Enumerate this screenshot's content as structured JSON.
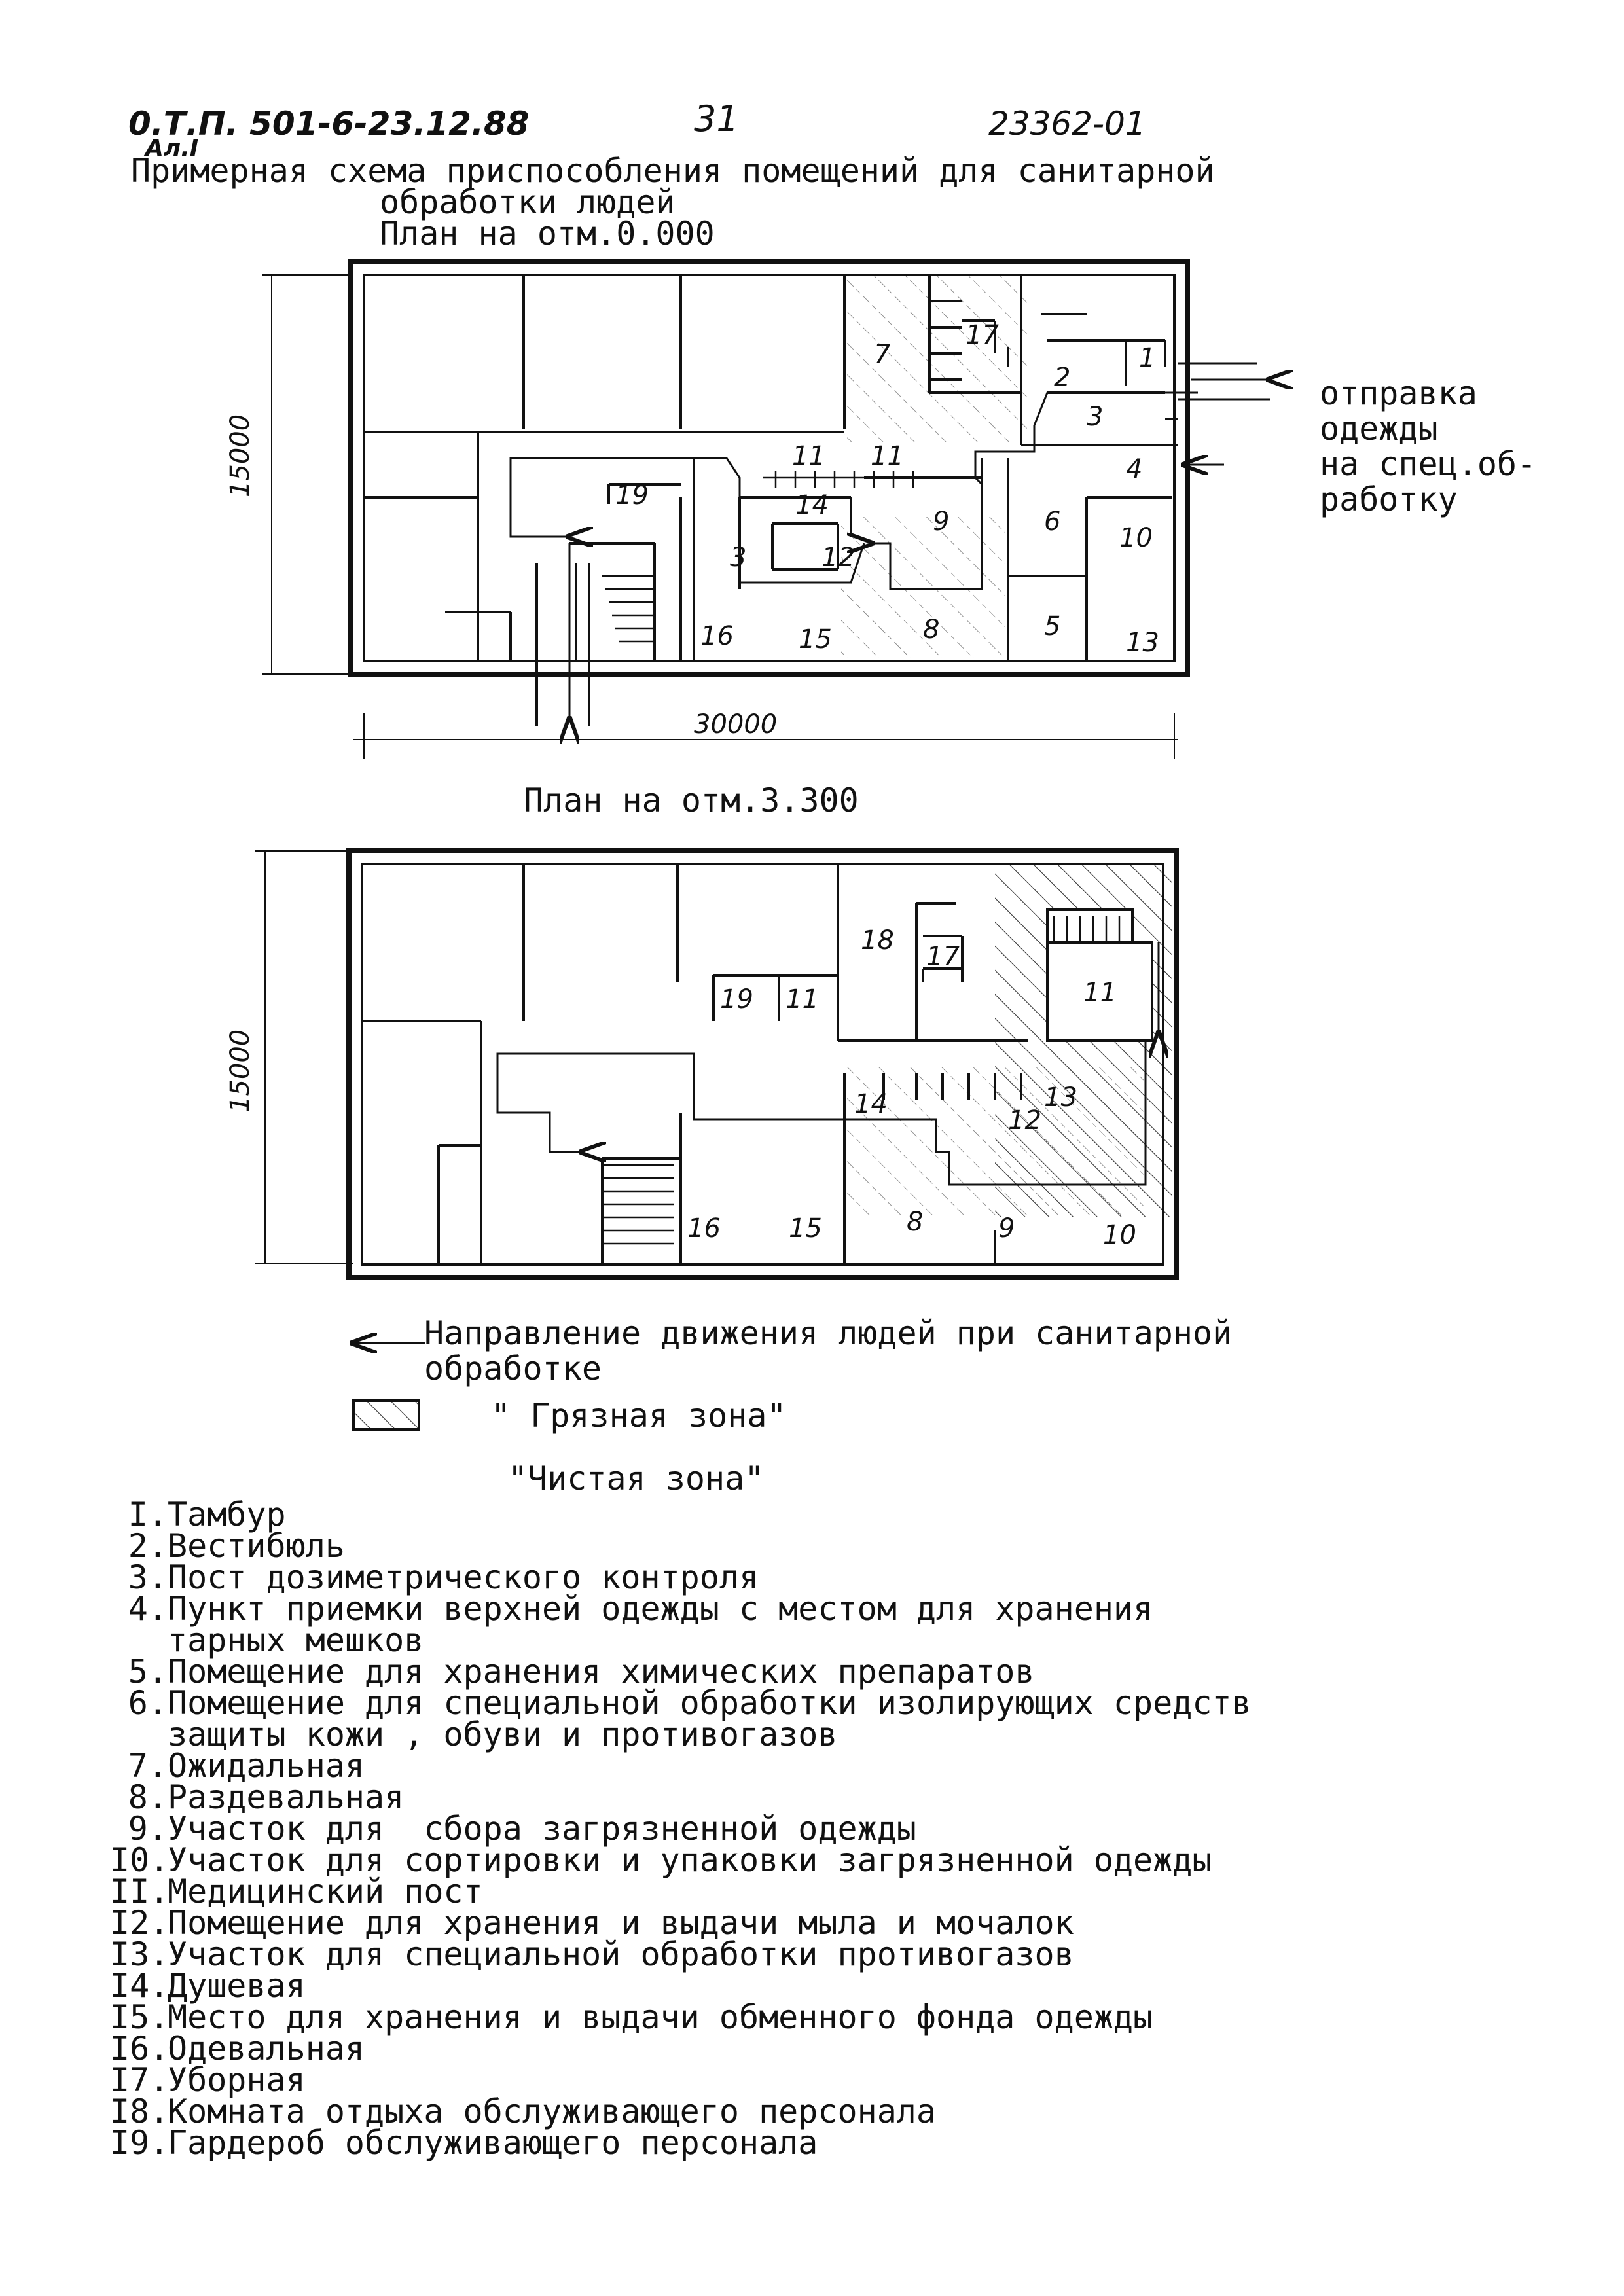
{
  "header": {
    "code_left": "0.Т.П. 501-6-23.12.88",
    "sheet_ref": "Ал.I",
    "page_number": "31",
    "code_right": "23362-01"
  },
  "title": {
    "line1": "Примерная схема приспособления помещений для санитарной",
    "line2": "обработки людей"
  },
  "plan1": {
    "caption": "План на отм.0.000",
    "dim_vertical": "15000",
    "dim_horizontal": "30000",
    "rooms": [
      "1",
      "2",
      "3",
      "4",
      "5",
      "6",
      "7",
      "8",
      "9",
      "10",
      "11",
      "11",
      "12",
      "13",
      "14",
      "15",
      "16",
      "17",
      "19",
      "3"
    ]
  },
  "plan2": {
    "caption": "План на отм.3.300",
    "dim_vertical": "15000",
    "rooms": [
      "8",
      "9",
      "10",
      "11",
      "11",
      "12",
      "13",
      "14",
      "15",
      "16",
      "17",
      "18",
      "19"
    ]
  },
  "side_note": {
    "line1": "отправка",
    "line2": "одежды",
    "line3": "на спец.об-",
    "line4": "работку"
  },
  "legend": {
    "arrow_text_line1": "Направление движения людей при санитарной",
    "arrow_text_line2": "обработке",
    "dirty_zone": "\" Грязная зона\"",
    "clean_zone": "\"Чистая зона\""
  },
  "rooms_list": [
    {
      "num": "I.",
      "text": "Тамбур"
    },
    {
      "num": "2.",
      "text": "Вестибюль"
    },
    {
      "num": "3.",
      "text": "Пост дозиметрического контроля"
    },
    {
      "num": "4.",
      "text": "Пункт приемки верхней одежды с местом для хранения",
      "cont": "тарных мешков"
    },
    {
      "num": "5.",
      "text": "Помещение для хранения химических препаратов"
    },
    {
      "num": "6.",
      "text": "Помещение для специальной обработки изолирующих средств",
      "cont": "защиты кожи , обуви и противогазов"
    },
    {
      "num": "7.",
      "text": "Ожидальная"
    },
    {
      "num": "8.",
      "text": "Раздевальная"
    },
    {
      "num": "9.",
      "text": "Участок для  сбора загрязненной одежды"
    },
    {
      "num": "I0.",
      "text": "Участок для сортировки и упаковки загрязненной одежды"
    },
    {
      "num": "II.",
      "text": "Медицинский пост"
    },
    {
      "num": "I2.",
      "text": "Помещение для хранения и выдачи мыла и мочалок"
    },
    {
      "num": "I3.",
      "text": "Участок для специальной обработки противогазов"
    },
    {
      "num": "I4.",
      "text": "Душевая"
    },
    {
      "num": "I5.",
      "text": "Место для хранения и выдачи обменного фонда одежды"
    },
    {
      "num": "I6.",
      "text": "Одевальная"
    },
    {
      "num": "I7.",
      "text": "Уборная"
    },
    {
      "num": "I8.",
      "text": "Комната отдыха обслуживающего персонала"
    },
    {
      "num": "I9.",
      "text": "Гардероб обслуживающего персонала"
    }
  ]
}
